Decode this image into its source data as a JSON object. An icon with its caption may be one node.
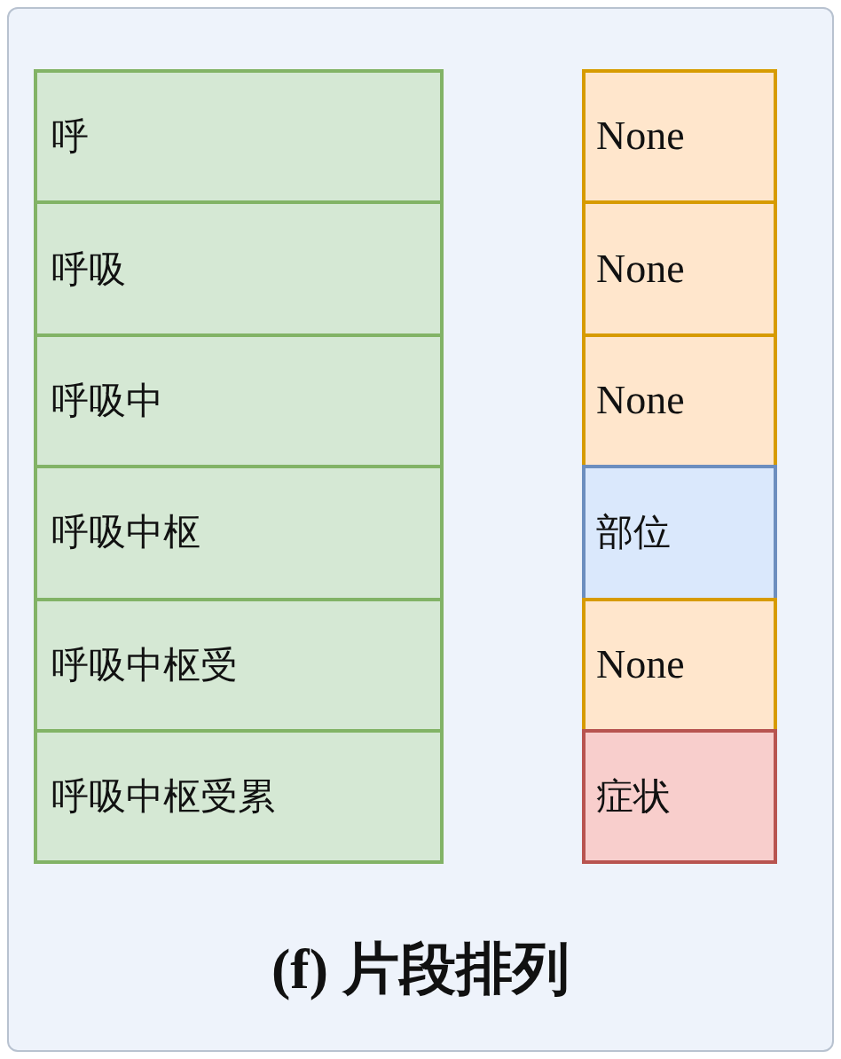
{
  "diagram": {
    "caption": "(f) 片段排列",
    "nodes": [
      {
        "text": [
          "呼"
        ]
      },
      {
        "text": [
          "None"
        ]
      },
      {
        "text": [
          "呼吸"
        ]
      },
      {
        "text": [
          "None"
        ]
      },
      {
        "text": [
          "呼吸中"
        ]
      },
      {
        "text": [
          "None"
        ]
      },
      {
        "text": [
          "呼吸中枢"
        ]
      },
      {
        "text": [
          "部位"
        ]
      },
      {
        "text": [
          "呼吸中枢受"
        ]
      },
      {
        "text": [
          "None"
        ]
      },
      {
        "text": [
          "呼吸中枢受累"
        ]
      },
      {
        "text": [
          "症状"
        ]
      }
    ]
  }
}
